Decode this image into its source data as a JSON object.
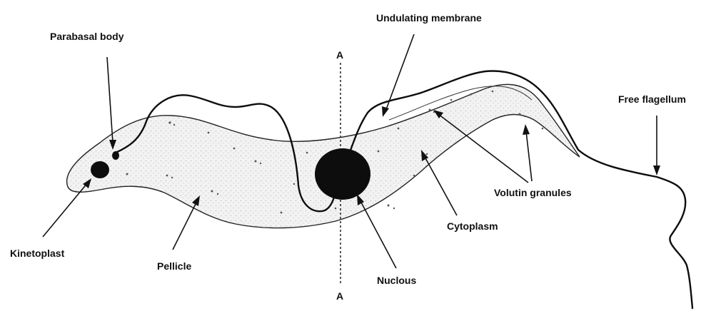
{
  "labels": {
    "parabasal_body": "Parabasal body",
    "undulating_membrane": "Undulating membrane",
    "free_flagellum": "Free flagellum",
    "kinetoplast": "Kinetoplast",
    "pellicle": "Pellicle",
    "nucleus": "Nuclous",
    "cytoplasm": "Cytoplasm",
    "volutin_granules": "Volutin granules"
  },
  "section_axis": {
    "top": "A",
    "bottom": "A"
  }
}
